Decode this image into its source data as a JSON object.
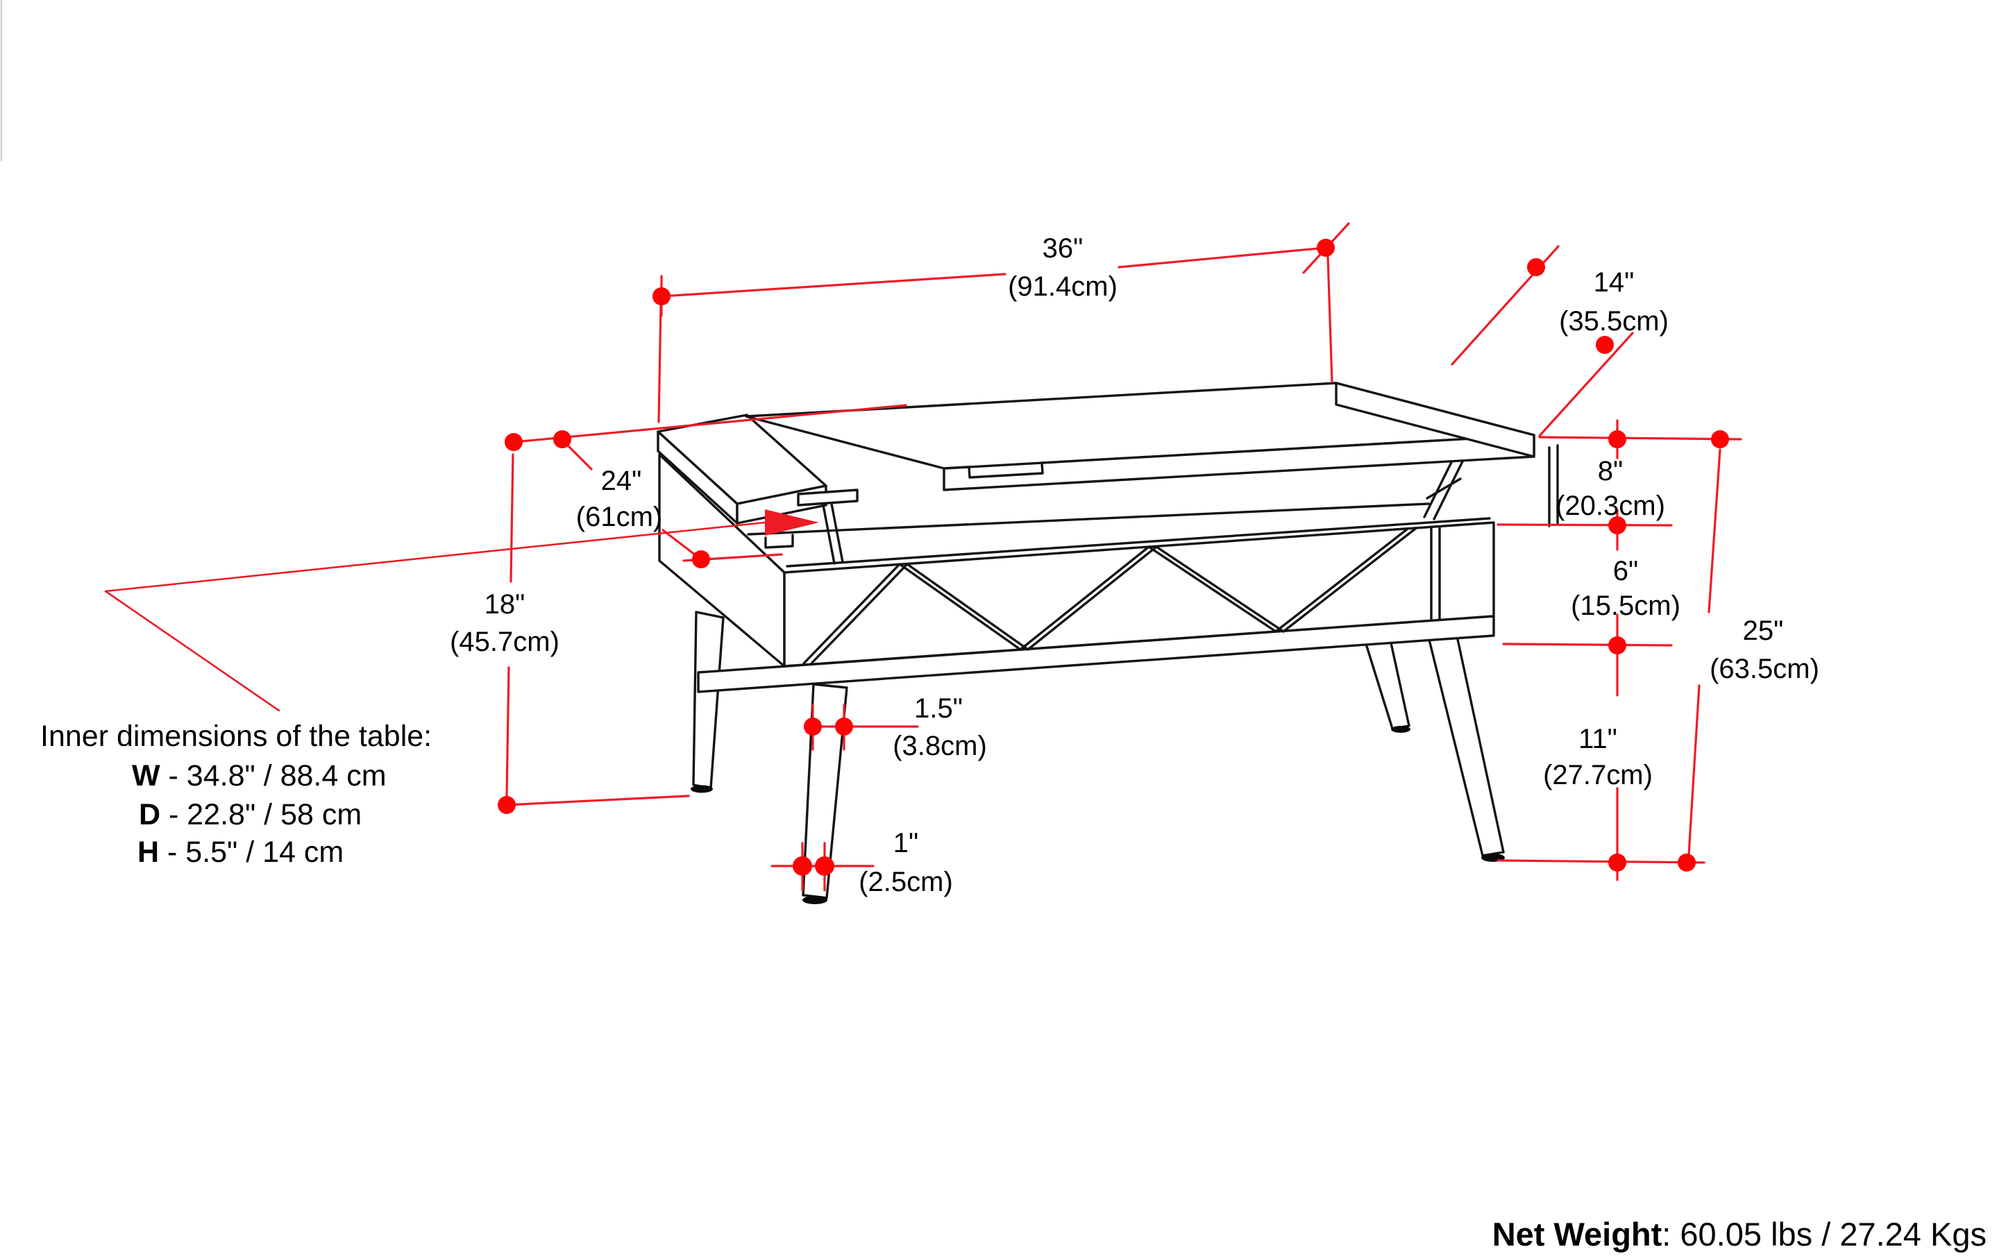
{
  "page": {
    "background": "#ffffff"
  },
  "colors": {
    "dimension_red": "#ee1c25",
    "dot_red": "#fb0404",
    "line_black": "#141414",
    "artifact_gray": "#cfcfcf"
  },
  "diagram": {
    "dims": {
      "d36": {
        "inches": "36\"",
        "metric": "(91.4cm)"
      },
      "d14": {
        "inches": "14\"",
        "metric": "(35.5cm)"
      },
      "d24": {
        "inches": "24\"",
        "metric": "(61cm)"
      },
      "d8": {
        "inches": "8\"",
        "metric": "(20.3cm)"
      },
      "d6": {
        "inches": "6\"",
        "metric": "(15.5cm)"
      },
      "d25": {
        "inches": "25\"",
        "metric": "(63.5cm)"
      },
      "d18": {
        "inches": "18\"",
        "metric": "(45.7cm)"
      },
      "d11": {
        "inches": "11\"",
        "metric": "(27.7cm)"
      },
      "d1_5": {
        "inches": "1.5\"",
        "metric": "(3.8cm)"
      },
      "d1": {
        "inches": "1\"",
        "metric": "(2.5cm)"
      }
    },
    "inner_dimensions": {
      "title": "Inner dimensions of the table:",
      "width_label": "W",
      "width_value": " - 34.8\" / 88.4 cm",
      "depth_label": "D",
      "depth_value": " - 22.8\" / 58 cm",
      "height_label": "H",
      "height_value": " - 5.5\" / 14 cm"
    },
    "net_weight": {
      "label": "Net Weight",
      "value": ": 60.05 lbs / 27.24 Kgs"
    }
  }
}
